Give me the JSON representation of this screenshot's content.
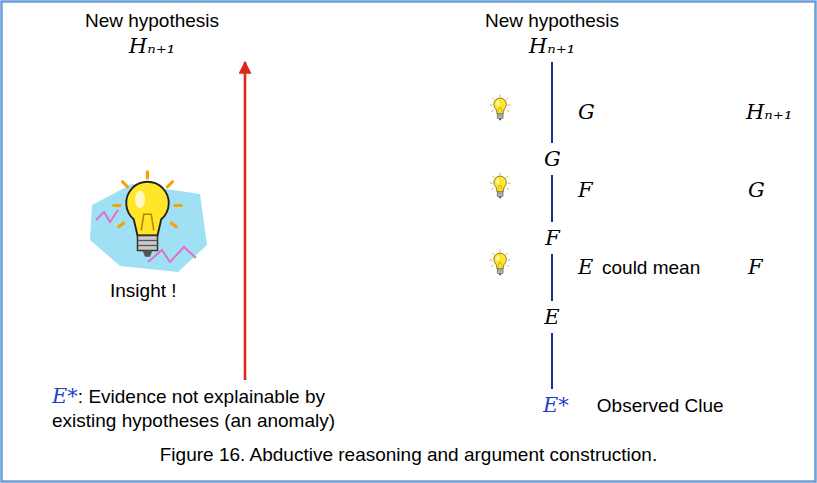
{
  "diagram": {
    "caption": "Figure 16. Abductive reasoning and argument construction.",
    "nodes": [
      {
        "text": [
          "New hypothesis",
          "Hₙ₊₁"
        ]
      },
      {
        "text": [
          "E*",
          ": Evidence not explainable by existing hypotheses (an anomaly)"
        ]
      },
      {
        "text": [
          "New hypothesis",
          "Hₙ₊₁"
        ]
      },
      {
        "text": [
          "G"
        ]
      },
      {
        "text": [
          "F"
        ]
      },
      {
        "text": [
          "E"
        ]
      },
      {
        "text": [
          "E*",
          "Observed Clue"
        ]
      }
    ],
    "edges": [
      {
        "from": 1,
        "to": 0,
        "arrow": "to"
      },
      {
        "from": 2,
        "to": 3,
        "arrow": "none"
      },
      {
        "from": 3,
        "to": 4,
        "arrow": "none"
      },
      {
        "from": 4,
        "to": 5,
        "arrow": "none"
      },
      {
        "from": 5,
        "to": 6,
        "arrow": "none"
      }
    ],
    "labels": [
      "Insight !",
      "G",
      "Hₙ₊₁",
      "F",
      "G",
      "E",
      "could mean",
      "F"
    ]
  }
}
